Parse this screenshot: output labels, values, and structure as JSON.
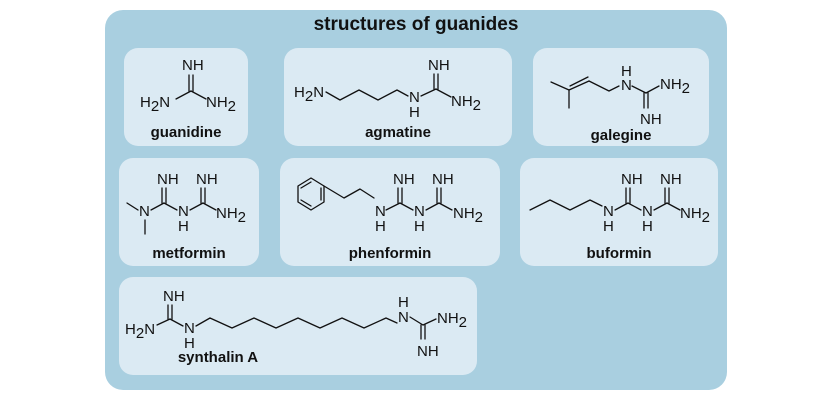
{
  "title": "structures of guanides",
  "compounds": [
    {
      "name": "guanidine"
    },
    {
      "name": "agmatine"
    },
    {
      "name": "galegine"
    },
    {
      "name": "metformin"
    },
    {
      "name": "phenformin"
    },
    {
      "name": "buformin"
    },
    {
      "name": "synthalin A"
    }
  ],
  "labels": {
    "NH": "NH",
    "N": "N",
    "H": "H",
    "H2N_pre": "H",
    "H2N_sub": "2",
    "H2N_post": "N",
    "NH2_pre": "NH",
    "NH2_sub": "2"
  },
  "colors": {
    "panel": "#a9cfe0",
    "card": "#dbeaf3",
    "ink": "#111111"
  }
}
